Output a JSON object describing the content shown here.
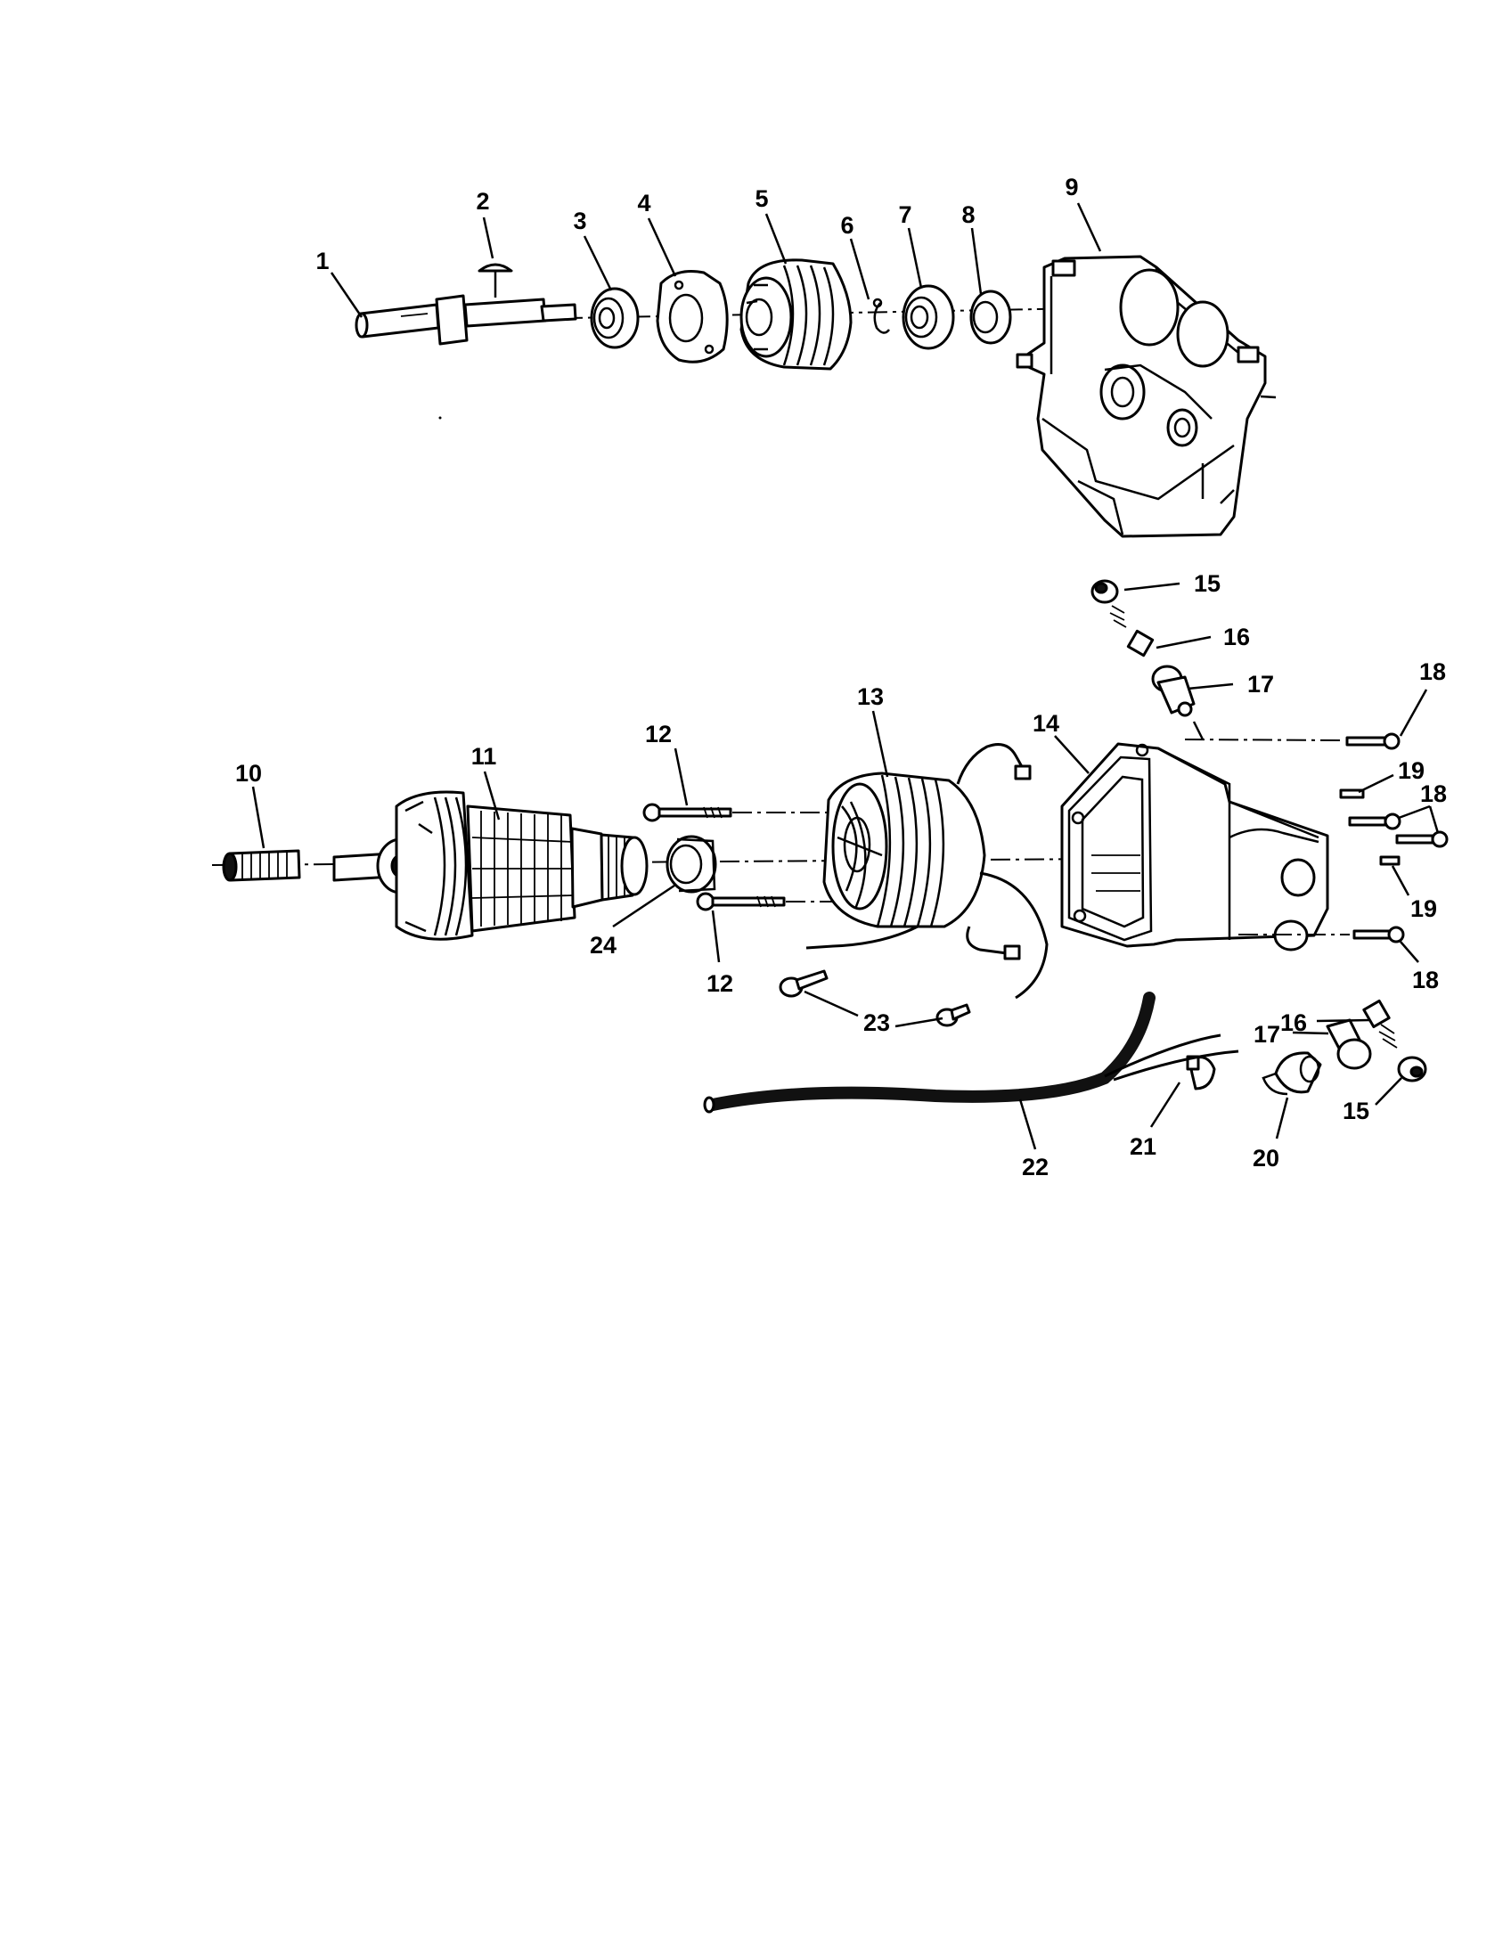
{
  "callouts": {
    "c1": "1",
    "c2": "2",
    "c3": "3",
    "c4": "4",
    "c5": "5",
    "c6": "6",
    "c7": "7",
    "c8": "8",
    "c9": "9",
    "c10": "10",
    "c11": "11",
    "c12a": "12",
    "c12b": "12",
    "c13": "13",
    "c14": "14",
    "c15a": "15",
    "c15b": "15",
    "c16a": "16",
    "c16b": "16",
    "c17a": "17",
    "c17b": "17",
    "c18a": "18",
    "c18b": "18",
    "c18c": "18",
    "c19a": "19",
    "c19b": "19",
    "c20": "20",
    "c21": "21",
    "c22": "22",
    "c23": "23",
    "c24": "24"
  }
}
